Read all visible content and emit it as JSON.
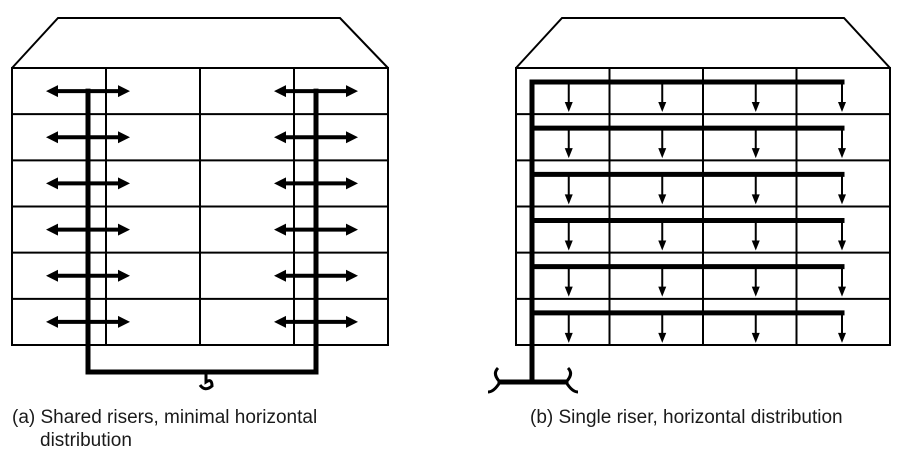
{
  "diagram": {
    "stroke_color": "#000000",
    "background": "#ffffff",
    "panel_a": {
      "caption_line1": "(a) Shared risers, minimal horizontal",
      "caption_line2": "distribution",
      "floors": 6,
      "columns": 4,
      "risers": 2,
      "distribution": "bidirectional horizontal arrows at each riser on every floor"
    },
    "panel_b": {
      "caption": "(b) Single riser, horizontal distribution",
      "floors": 6,
      "columns": 4,
      "risers": 1,
      "distribution": "horizontal main on every floor with downward drops in each column"
    }
  }
}
